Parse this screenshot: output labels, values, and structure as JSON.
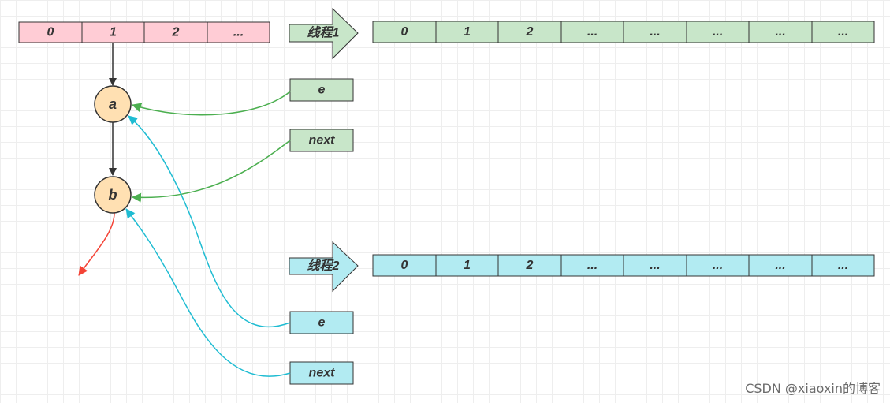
{
  "colors": {
    "main_array": "#ffccd5",
    "thread1": "#c8e6c9",
    "thread2": "#b2ebf2",
    "node": "#ffe0b2",
    "green_line": "#4caf50",
    "cyan_line": "#1fbcd2",
    "red_line": "#f44336",
    "dark_line": "#333333"
  },
  "main_array": {
    "cells": [
      "0",
      "1",
      "2",
      "..."
    ]
  },
  "thread1": {
    "label": "线程1",
    "cells": [
      "0",
      "1",
      "2",
      "...",
      "...",
      "...",
      "...",
      "..."
    ],
    "e_label": "e",
    "next_label": "next"
  },
  "thread2": {
    "label": "线程2",
    "cells": [
      "0",
      "1",
      "2",
      "...",
      "...",
      "...",
      "...",
      "..."
    ],
    "e_label": "e",
    "next_label": "next"
  },
  "nodes": {
    "a": "a",
    "b": "b"
  },
  "watermark": "CSDN @xiaoxin的博客"
}
